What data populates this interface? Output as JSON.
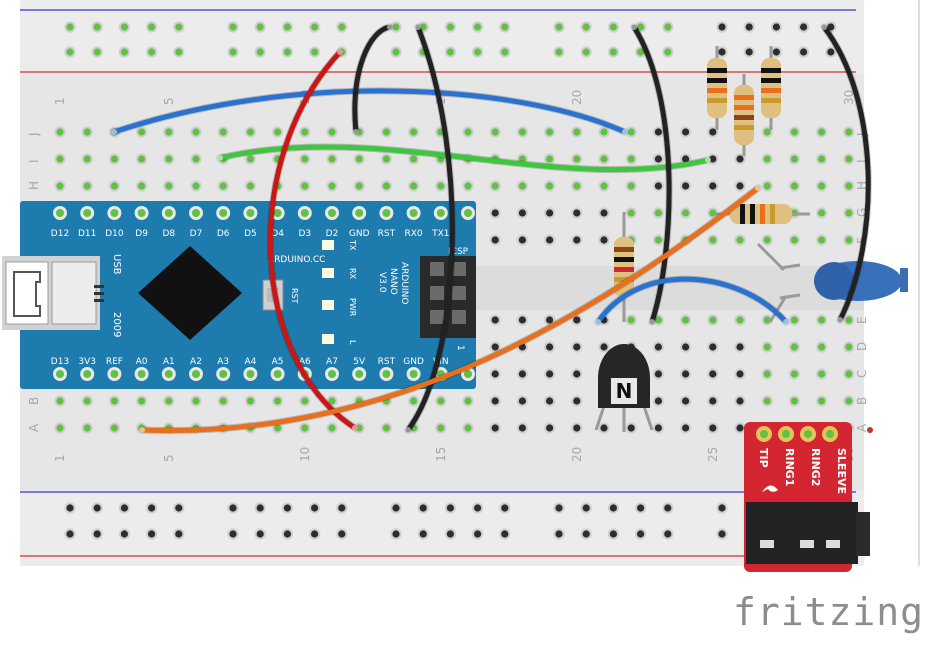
{
  "breadboard": {
    "column_numbers": [
      "1",
      "5",
      "10",
      "15",
      "20",
      "25",
      "30"
    ],
    "top_row_letters": [
      "J",
      "I",
      "H",
      "G",
      "F"
    ],
    "bottom_row_letters": [
      "E",
      "D",
      "C",
      "B",
      "A"
    ]
  },
  "arduino": {
    "top_pins": [
      "D12",
      "D11",
      "D10",
      "D9",
      "D8",
      "D7",
      "D6",
      "D5",
      "D4",
      "D3",
      "D2",
      "GND",
      "RST",
      "RX0",
      "TX1"
    ],
    "bottom_pins": [
      "D13",
      "3V3",
      "REF",
      "A0",
      "A1",
      "A2",
      "A3",
      "A4",
      "A5",
      "A6",
      "A7",
      "5V",
      "RST",
      "GND",
      "VIN"
    ],
    "brand": "ARDUINO.CC",
    "model_lines": [
      "ARDUINO",
      "NANO",
      "V3.0"
    ],
    "usb_label": "USB",
    "year": "2009",
    "led_labels": [
      "TX",
      "RX",
      "PWR",
      "L"
    ],
    "rst_label": "RST",
    "icsp_label": "ICSP",
    "icsp_pin1": "1"
  },
  "transistor": {
    "label": "N"
  },
  "audio_jack": {
    "pins": [
      "TIP",
      "RING1",
      "RING2",
      "SLEEVE"
    ]
  },
  "footer": {
    "logo": "fritzing"
  },
  "colors": {
    "board": "#e6e6e6",
    "hole": "#2d2d2d",
    "hole_green": "#62c143",
    "rail_red": "#d33131",
    "rail_blue": "#3333cc",
    "arduino": "#1d7bae",
    "wire_red": "#cc1616",
    "wire_blue": "#2a72d2",
    "wire_green": "#3ec73e",
    "wire_orange": "#e8701c",
    "wire_black": "#222222",
    "jack_red": "#d32630"
  }
}
